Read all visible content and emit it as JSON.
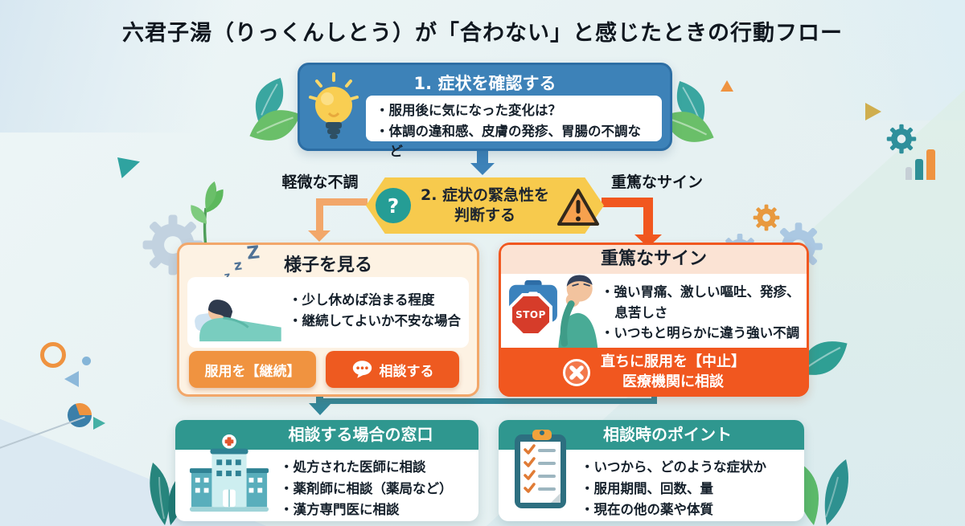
{
  "title": "六君子湯（りっくんしとう）が「合わない」と感じたときの行動フロー",
  "step1": {
    "header": "1. 症状を確認する",
    "bullets": [
      "服用後に気になった変化は？",
      "体調の違和感、皮膚の発疹、胃腸の不調など"
    ]
  },
  "decision": {
    "line1": "2. 症状の緊急性を",
    "line2": "判断する",
    "question_mark": "?",
    "left_label": "軽微な不調",
    "right_label": "重篤なサイン"
  },
  "observe_box": {
    "header": "様子を見る",
    "sleep_zs": [
      "z",
      "z",
      "Z"
    ],
    "bullets": [
      "少し休めば治まる程度",
      "継続してよいか不安な場合"
    ],
    "continue_button": "服用を【継続】",
    "consult_button": "相談する"
  },
  "severe_box": {
    "header": "重篤なサイン",
    "stop_label": "STOP",
    "bullets": [
      "強い胃痛、激しい嘔吐、発疹、息苦しさ",
      "いつもと明らかに違う強い不調"
    ],
    "banner_line1": "直ちに服用を【中止】",
    "banner_line2": "医療機関に相談"
  },
  "consult_box": {
    "header": "相談する場合の窓口",
    "bullets": [
      "処方された医師に相談",
      "薬剤師に相談（薬局など）",
      "漢方専門医に相談"
    ]
  },
  "points_box": {
    "header": "相談時のポイント",
    "bullets": [
      "いつから、どのような症状か",
      "服用期間、回数、量",
      "現在の他の薬や体質"
    ]
  },
  "colors": {
    "step_blue": "#3d82b8",
    "decision_yellow": "#f7ca4d",
    "mild_orange": "#f2a76a",
    "severe_orange": "#f1571f",
    "button_orange": "#f09340",
    "teal_header": "#2f978f",
    "connector_teal": "#33879a",
    "question_teal": "#259d95",
    "stop_red": "#d63c2a"
  }
}
